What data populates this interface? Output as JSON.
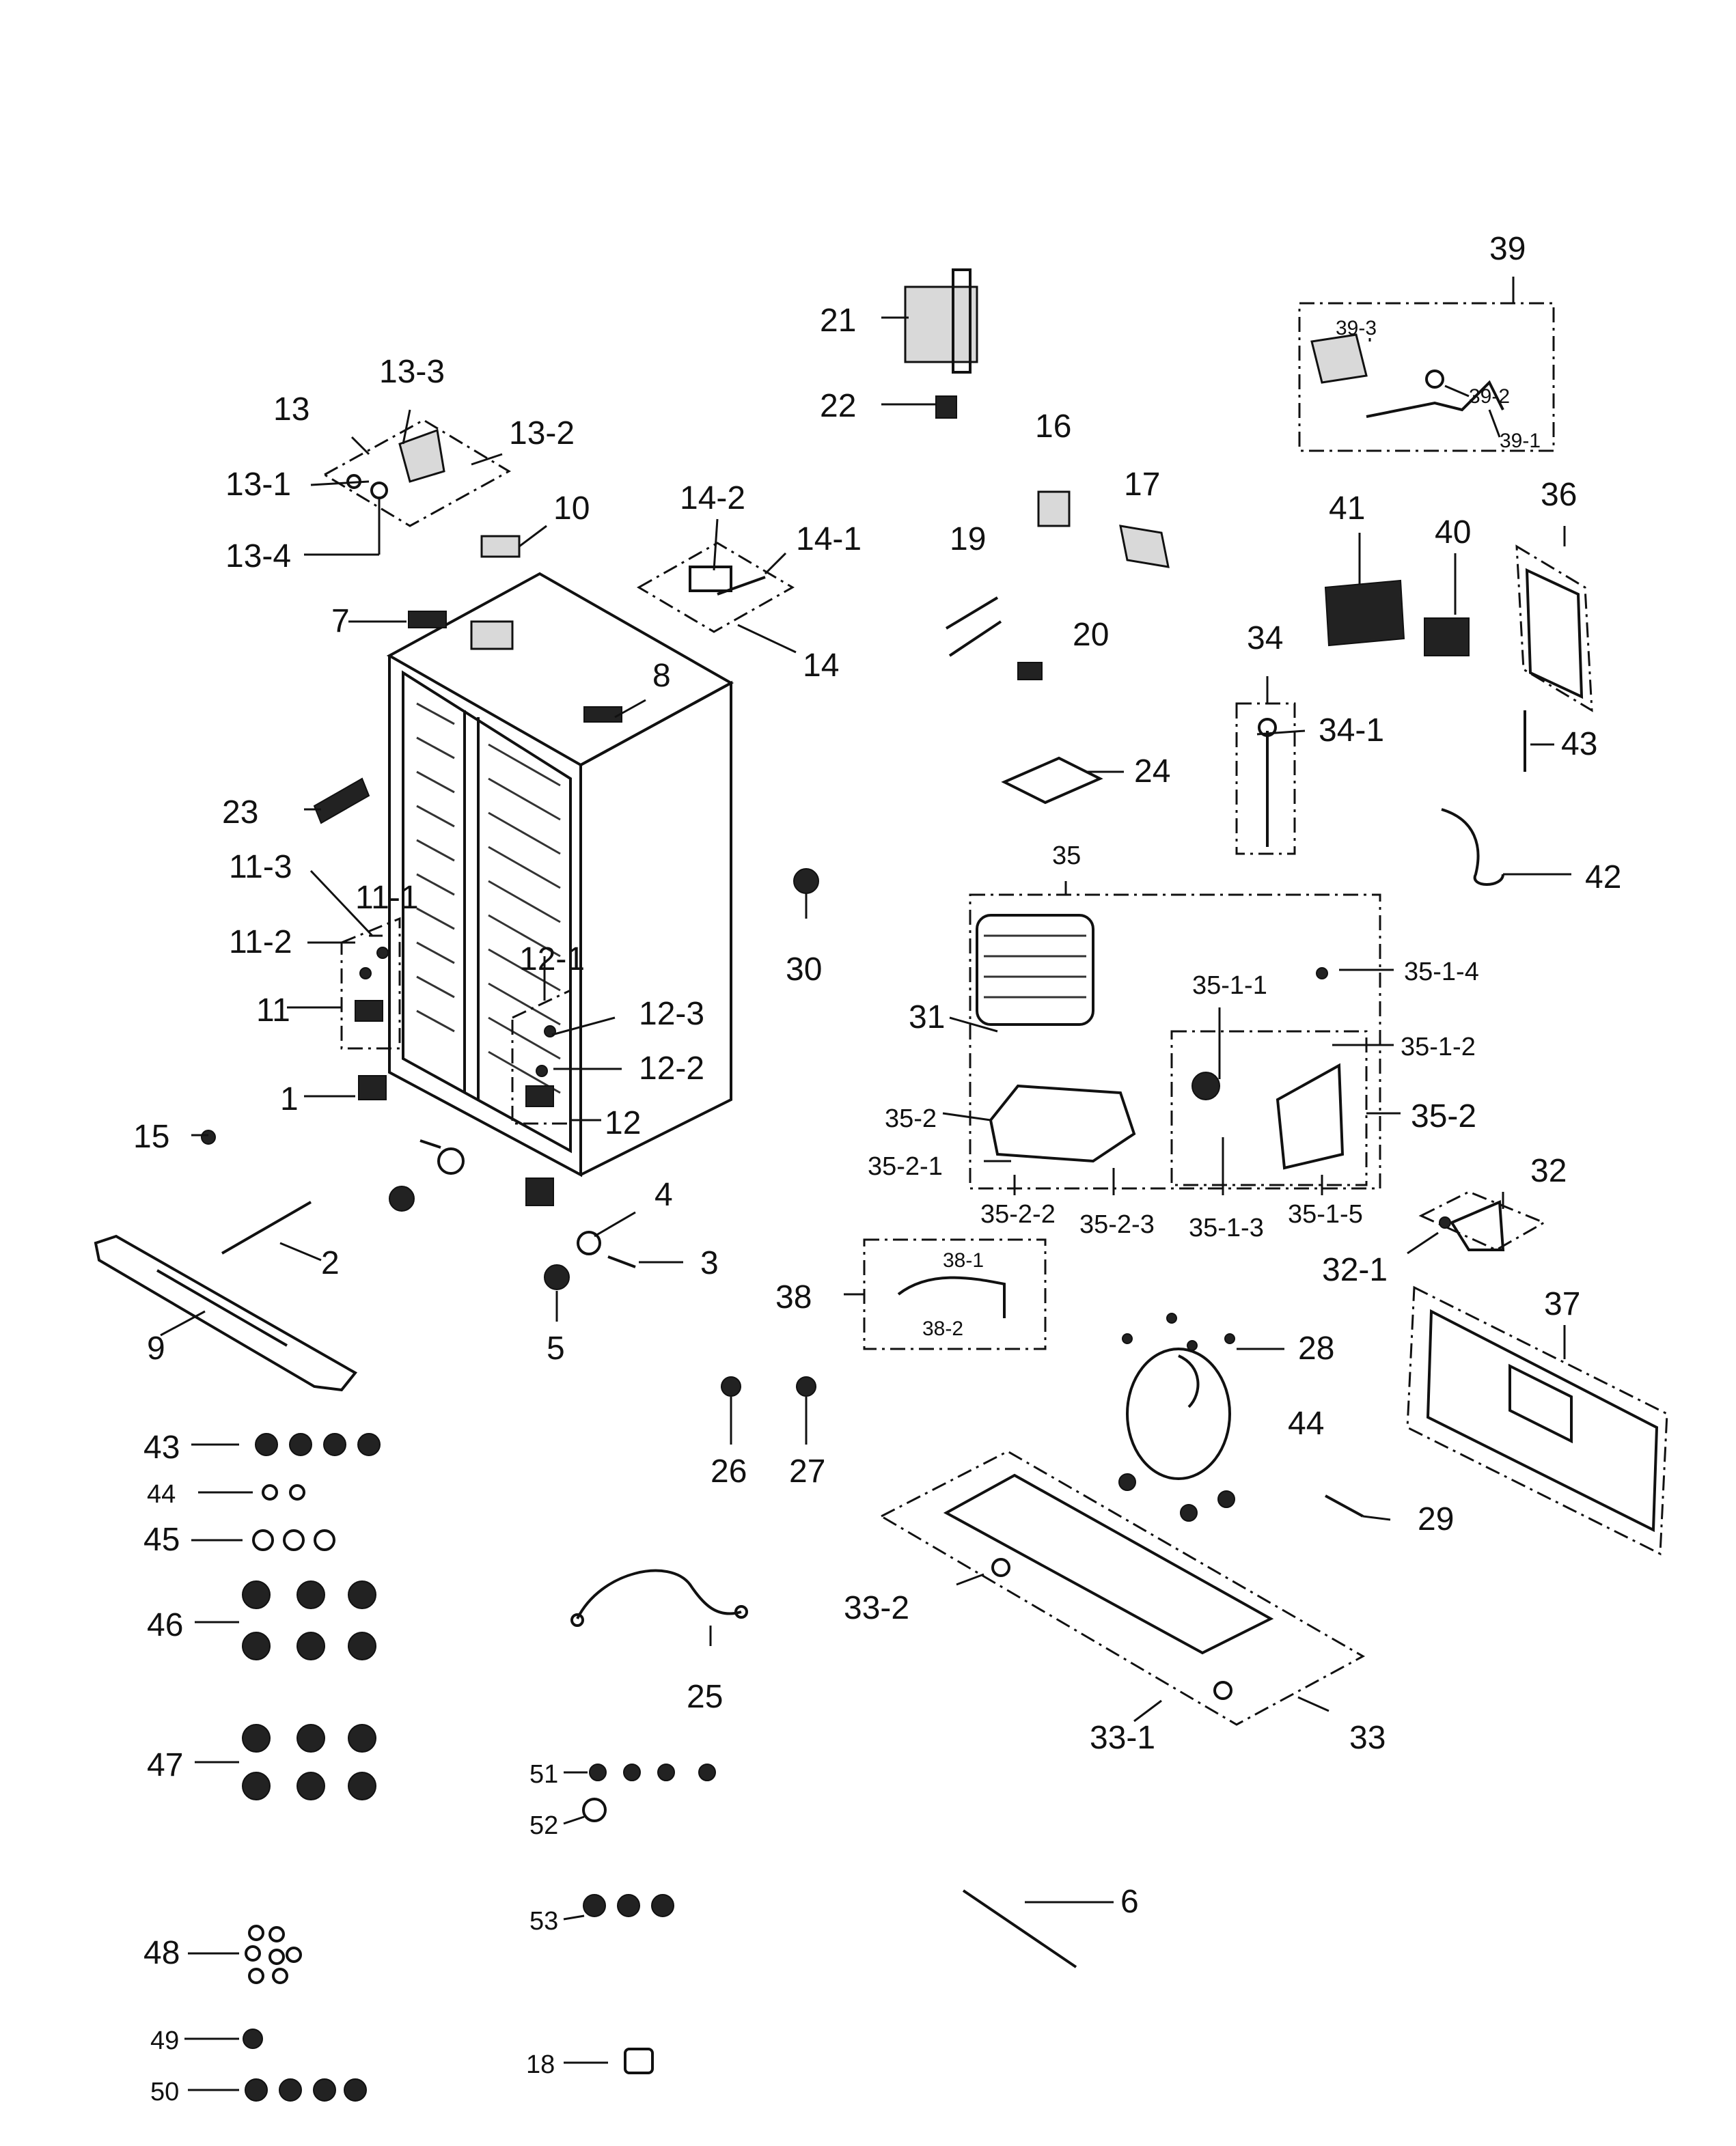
{
  "labels": {
    "l1": "1",
    "l2": "2",
    "l3": "3",
    "l4": "4",
    "l5": "5",
    "l6": "6",
    "l7": "7",
    "l8": "8",
    "l9": "9",
    "l10": "10",
    "l11": "11",
    "l11_1": "11-1",
    "l11_2": "11-2",
    "l11_3": "11-3",
    "l12": "12",
    "l12_1": "12-1",
    "l12_2": "12-2",
    "l12_3": "12-3",
    "l13": "13",
    "l13_1": "13-1",
    "l13_2": "13-2",
    "l13_3": "13-3",
    "l13_4": "13-4",
    "l14": "14",
    "l14_1": "14-1",
    "l14_2": "14-2",
    "l15": "15",
    "l16": "16",
    "l17": "17",
    "l18": "18",
    "l19": "19",
    "l20": "20",
    "l21": "21",
    "l22": "22",
    "l23": "23",
    "l24": "24",
    "l25": "25",
    "l26": "26",
    "l27": "27",
    "l28": "28",
    "l29": "29",
    "l30": "30",
    "l31": "31",
    "l32": "32",
    "l32_1": "32-1",
    "l33": "33",
    "l33_1": "33-1",
    "l33_2": "33-2",
    "l34": "34",
    "l34_1": "34-1",
    "l35": "35",
    "l35_1_1": "35-1-1",
    "l35_1_2": "35-1-2",
    "l35_1_3": "35-1-3",
    "l35_1_4": "35-1-4",
    "l35_1_5": "35-1-5",
    "l35_2a": "35-2",
    "l35_2b": "35-2",
    "l35_2_1": "35-2-1",
    "l35_2_2": "35-2-2",
    "l35_2_3": "35-2-3",
    "l36": "36",
    "l37": "37",
    "l38": "38",
    "l38_1": "38-1",
    "l38_2": "38-2",
    "l39": "39",
    "l39_1": "39-1",
    "l39_2": "39-2",
    "l39_3": "39-3",
    "l40": "40",
    "l41": "41",
    "l42": "42",
    "l43a": "43",
    "l43b": "43",
    "l44a": "44",
    "l44b": "44",
    "l45": "45",
    "l46": "46",
    "l47": "47",
    "l48": "48",
    "l49": "49",
    "l50": "50",
    "l51": "51",
    "l52": "52",
    "l53": "53"
  }
}
